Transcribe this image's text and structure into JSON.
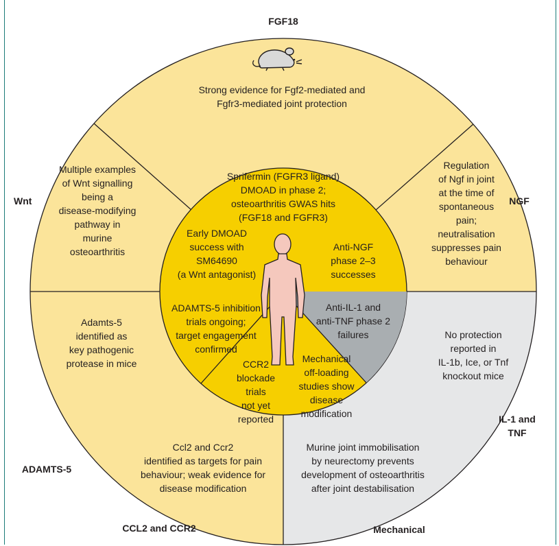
{
  "colors": {
    "outer_fill": "#fbe49a",
    "inner_fill": "#f6cf00",
    "failure_inner_fill": "#a9aeb1",
    "failure_outer_fill": "#e6e7e8",
    "stroke": "#231f20",
    "figure_fill": "#f5c8bd",
    "frame_line": "#1a7a78"
  },
  "icons": {
    "mouse": "mouse-icon",
    "human": "human-figure-icon"
  },
  "labels": {
    "fgf18": "FGF18",
    "wnt": "Wnt",
    "ngf": "NGF",
    "il1_tnf": [
      "IL-1 and",
      "TNF"
    ],
    "adamts5": "ADAMTS-5",
    "ccl2_ccr2": "CCL2 and CCR2",
    "mechanical": "Mechanical"
  },
  "outer": {
    "fgf18": [
      "Strong evidence for Fgf2-mediated and",
      "Fgfr3-mediated joint protection"
    ],
    "wnt": [
      "Multiple examples",
      "of Wnt signalling",
      "being a",
      "disease-modifying",
      "pathway in",
      "murine",
      "osteoarthritis"
    ],
    "ngf": [
      "Regulation",
      "of Ngf in joint",
      "at the time of",
      "spontaneous",
      "pain;",
      "neutralisation",
      "suppresses pain",
      "behaviour"
    ],
    "il1_tnf": [
      "No protection",
      "reported in",
      "IL-1b, Ice, or Tnf",
      "knockout mice"
    ],
    "adamts5": [
      "Adamts-5",
      "identified as",
      "key pathogenic",
      "protease in mice"
    ],
    "ccl2_ccr2": [
      "Ccl2 and Ccr2",
      "identified as targets for pain",
      "behaviour; weak evidence for",
      "disease modification"
    ],
    "mechanical": [
      "Murine joint immobilisation",
      "by neurectomy prevents",
      "development of osteoarthritis",
      "after joint destabilisation"
    ]
  },
  "inner": {
    "fgf18": [
      "Sprifermin (FGFR3 ligand)",
      "DMOAD in phase 2;",
      "osteoarthritis GWAS hits",
      "(FGF18 and FGFR3)"
    ],
    "wnt": [
      "Early DMOAD",
      "success with",
      "SM64690",
      "(a Wnt antagonist)"
    ],
    "ngf": [
      "Anti-NGF",
      "phase 2–3",
      "successes"
    ],
    "il1_tnf": [
      "Anti-IL-1 and",
      "anti-TNF phase 2",
      "failures"
    ],
    "adamts5": [
      "ADAMTS-5 inhibition",
      "trials ongoing;",
      "target engagement",
      "confirmed"
    ],
    "ccl2_ccr2": [
      "CCR2",
      "blockade",
      "trials",
      "not yet",
      "reported"
    ],
    "mechanical": [
      "Mechanical",
      "off-loading",
      "studies show",
      "disease",
      "modification"
    ]
  }
}
